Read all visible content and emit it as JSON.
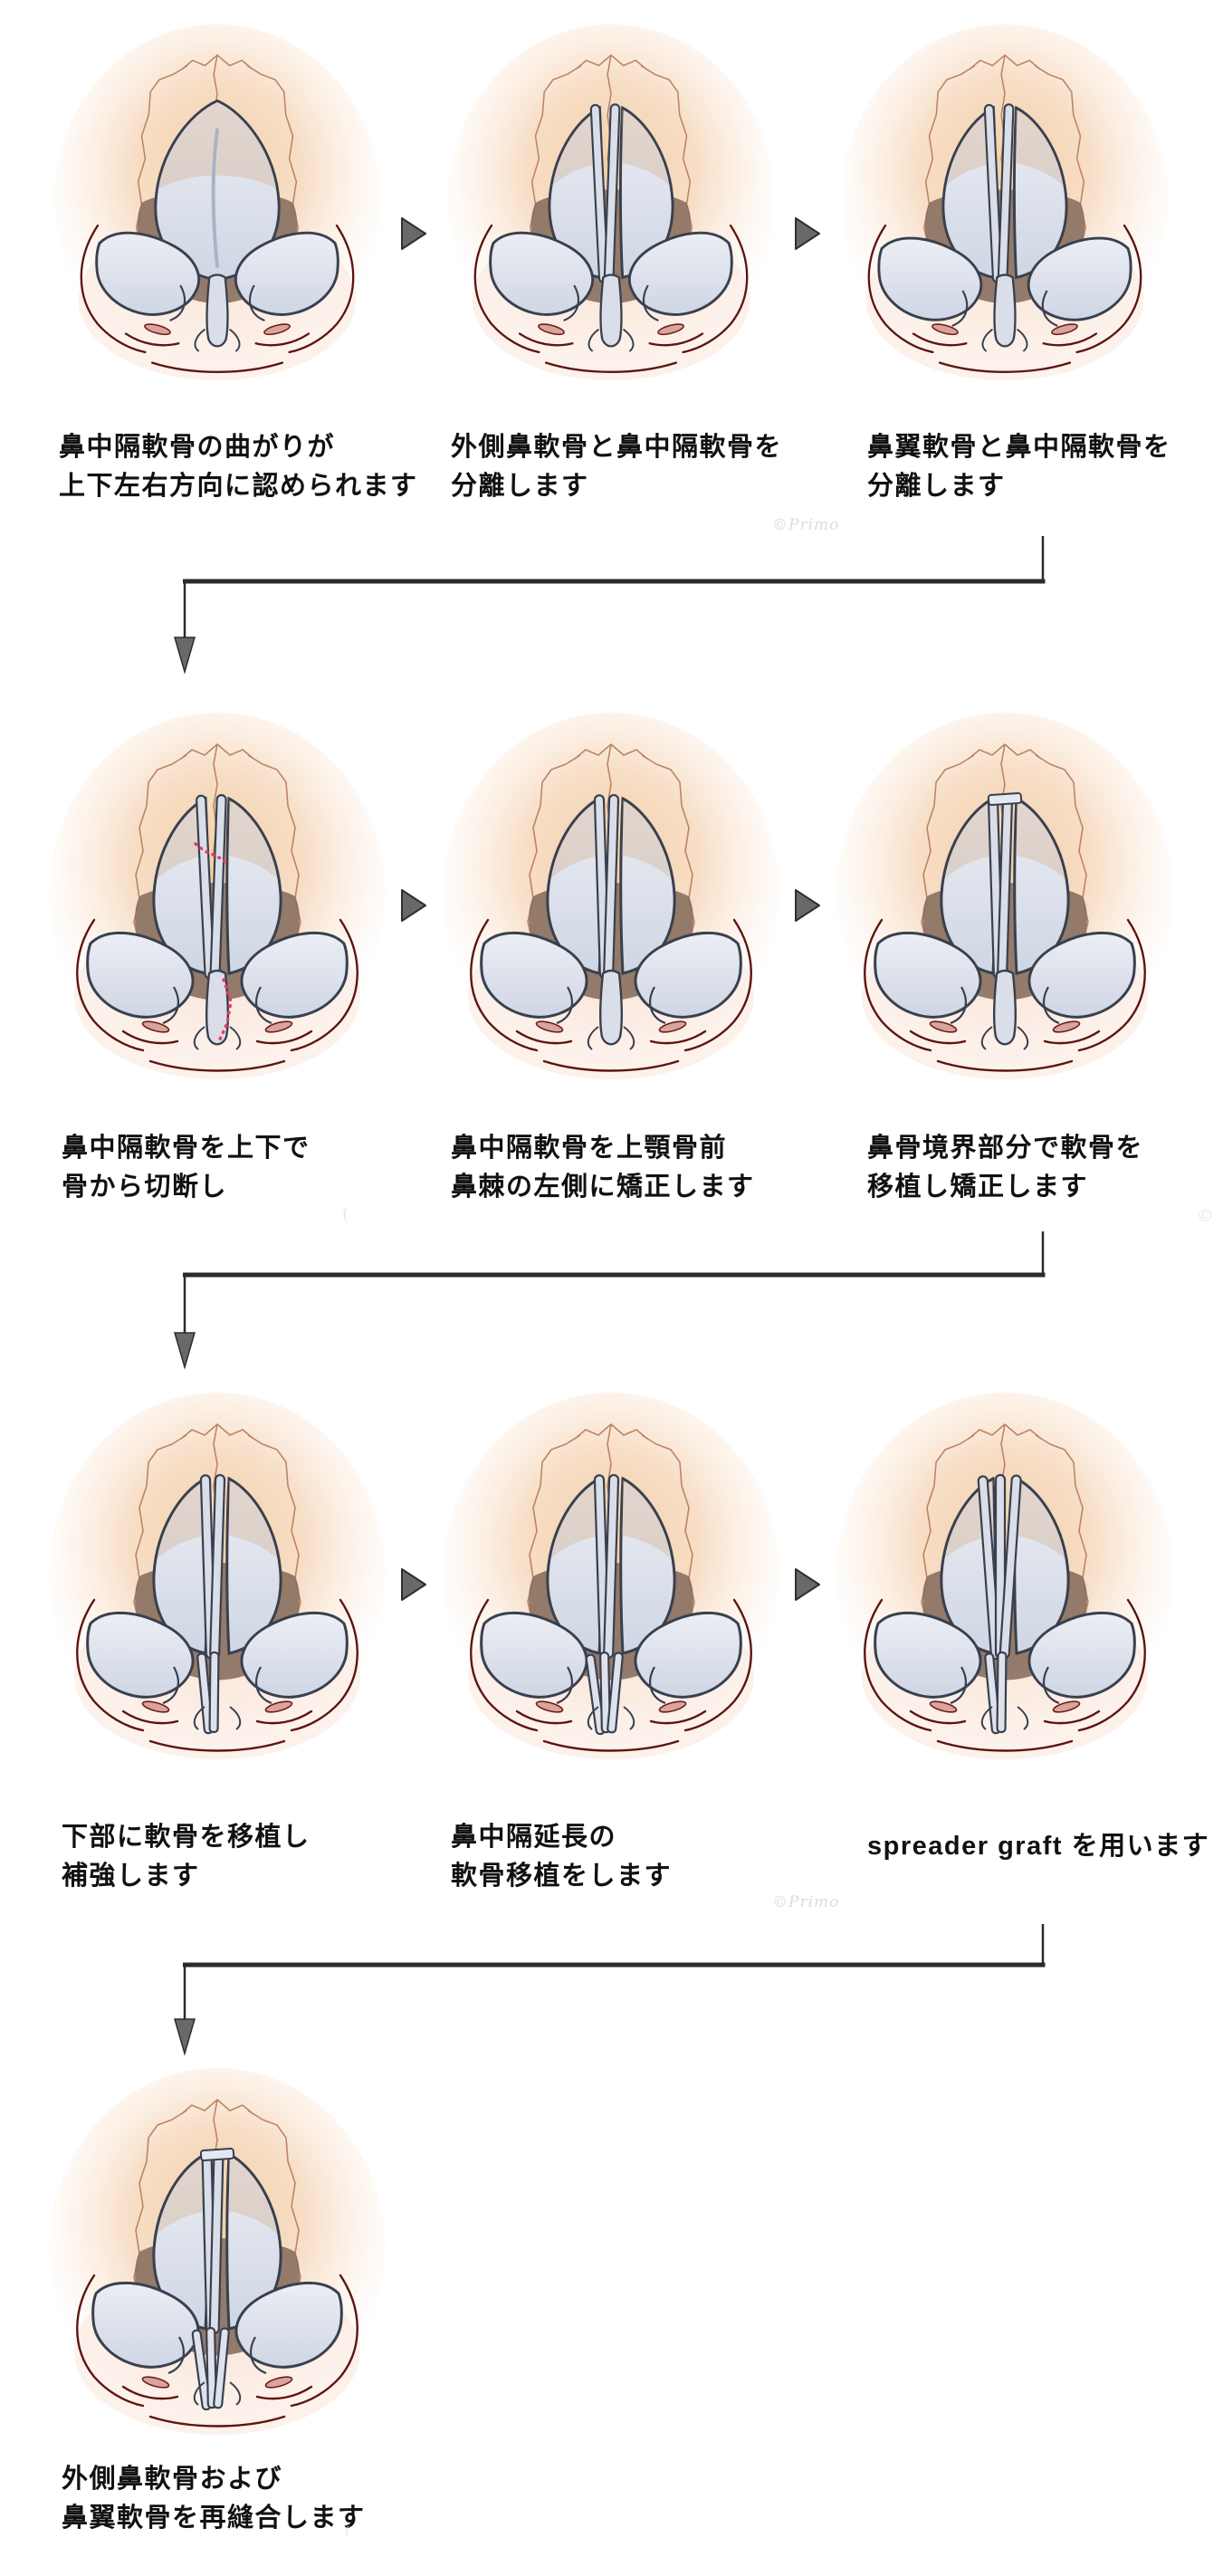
{
  "page": {
    "background": "#ffffff"
  },
  "watermark": {
    "text": "©Primo",
    "color": "#dcdcdc"
  },
  "partial_marks": {
    "paren": "(",
    "copyright": "©"
  },
  "palette": {
    "caption": "#111111",
    "glow": "#f3cfa6",
    "glow_mid": "#f7dcc3",
    "cartilage_light": "#eceef4",
    "cartilage_dark": "#cfd6e4",
    "outline": "#39404e",
    "skin_line": "#b8805f",
    "shadow": "#8b7161",
    "nostril_line": "#5e1411",
    "nostril_fill": "#d9a49b",
    "cut_line": "#ee3a66",
    "arrow_fill": "#696969",
    "arrow_stroke": "#2e2e2e",
    "connector": "#2b2b2b"
  },
  "steps": [
    {
      "id": 1,
      "lines": [
        "鼻中隔軟骨の曲がりが",
        "上下左右方向に認められます"
      ],
      "art": {
        "unified": true
      }
    },
    {
      "id": 2,
      "lines": [
        "外側鼻軟骨と鼻中隔軟骨を",
        "分離します"
      ],
      "art": {
        "split": true,
        "strips": [
          -8,
          6
        ]
      }
    },
    {
      "id": 3,
      "lines": [
        "鼻翼軟骨と鼻中隔軟骨を",
        "分離します"
      ],
      "art": {
        "split": true,
        "strips": [
          -8,
          6
        ],
        "wings_spread": true
      }
    },
    {
      "id": 4,
      "lines": [
        "鼻中隔軟骨を上下で",
        "骨から切断し"
      ],
      "art": {
        "split": true,
        "strips": [
          -8,
          6
        ],
        "wings_spread": true,
        "dotted": true
      }
    },
    {
      "id": 5,
      "lines": [
        "鼻中隔軟骨を上顎骨前",
        "鼻棘の左側に矯正します"
      ],
      "art": {
        "split": true,
        "strips": [
          -5,
          5
        ],
        "wings_spread": true
      }
    },
    {
      "id": 6,
      "lines": [
        "鼻骨境界部分で軟骨を",
        "移植し矯正します"
      ],
      "art": {
        "split": true,
        "strips": [
          -5,
          5
        ],
        "wings_spread": true,
        "graft_top": true
      }
    },
    {
      "id": 7,
      "lines": [
        "下部に軟骨を移植し",
        "補強します"
      ],
      "art": {
        "split": true,
        "strips": [
          -5,
          5
        ],
        "wings_spread": true,
        "columella_strips": 2
      }
    },
    {
      "id": 8,
      "lines": [
        "鼻中隔延長の",
        "軟骨移植をします"
      ],
      "art": {
        "split": true,
        "strips": [
          -5,
          5
        ],
        "wings_spread": true,
        "columella_strips": 3
      }
    },
    {
      "id": 9,
      "lines": [
        "spreader graft を用います"
      ],
      "art": {
        "split": true,
        "strips": [
          -12,
          0,
          11
        ],
        "wings_spread": true,
        "columella_strips": 2
      }
    },
    {
      "id": 10,
      "lines": [
        "外側鼻軟骨および",
        "鼻翼軟骨を再縫合します"
      ],
      "art": {
        "split": true,
        "strips": [
          -4,
          4
        ],
        "graft_top": true,
        "columella_strips": 3,
        "sutured": true
      }
    }
  ]
}
